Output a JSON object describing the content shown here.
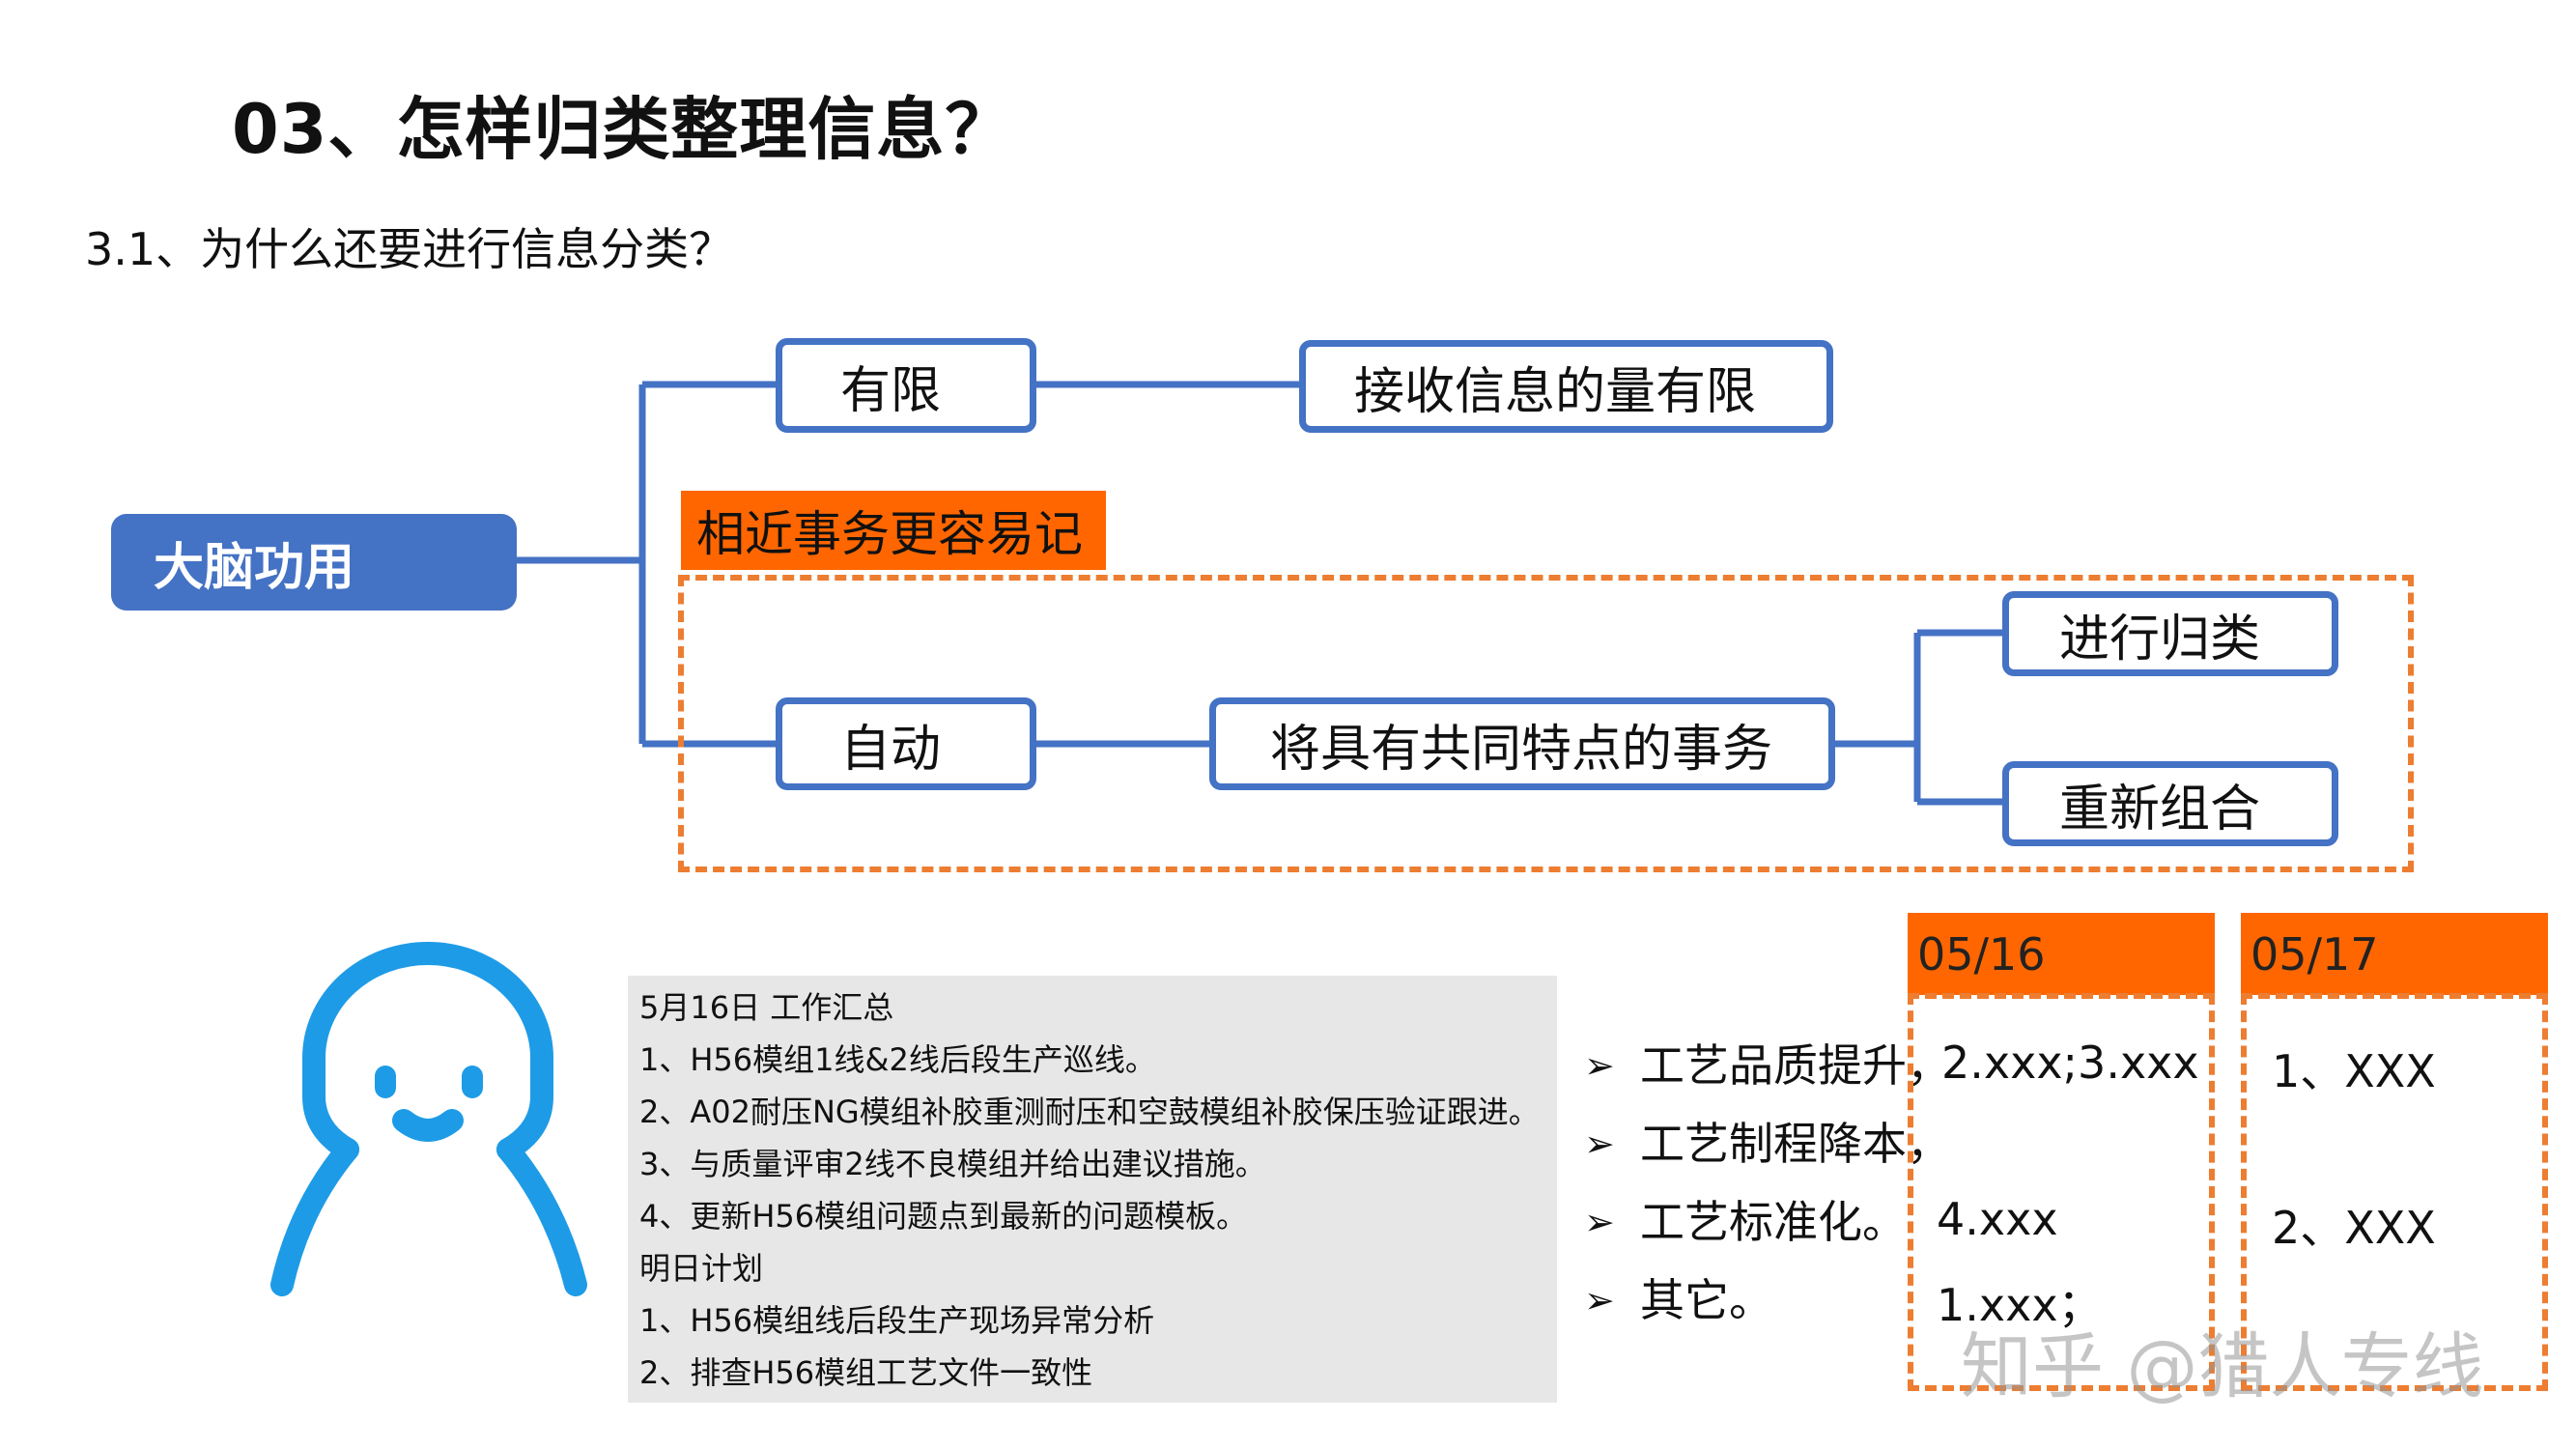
{
  "title": "03、怎样归类整理信息？",
  "subtitle": "3.1、为什么还要进行信息分类？",
  "mindmap": {
    "root": "大脑功用",
    "limited": "有限",
    "limited_desc": "接收信息的量有限",
    "highlight": "相近事务更容易记",
    "auto": "自动",
    "auto_desc": "将具有共同特点的事务",
    "classify": "进行归类",
    "recombine": "重新组合"
  },
  "summary": {
    "lines": [
      "5月16日 工作汇总",
      "1、H56模组1线&2线后段生产巡线。",
      "2、A02耐压NG模组补胶重测耐压和空鼓模组补胶保压验证跟进。",
      "3、与质量评审2线不良模组并给出建议措施。",
      "4、更新H56模组问题点到最新的问题模板。",
      "明日计划",
      "1、H56模组线后段生产现场异常分析",
      "2、排查H56模组工艺文件一致性"
    ]
  },
  "bullets": [
    "工艺品质提升，",
    "工艺制程降本，",
    "工艺标准化。",
    "其它。"
  ],
  "dates": {
    "d1": "05/16",
    "d2": "05/17",
    "d1_items": [
      "2.xxx;3.xxx",
      "4.xxx",
      "1.xxx；"
    ],
    "d2_items": [
      "1、XXX",
      "2、XXX"
    ]
  },
  "watermark": "知乎 @猎人专线",
  "colors": {
    "blue": "#4472C4",
    "orange": "#FF6600",
    "dash_orange": "#ED7D31",
    "avatar": "#1E9BE6"
  }
}
